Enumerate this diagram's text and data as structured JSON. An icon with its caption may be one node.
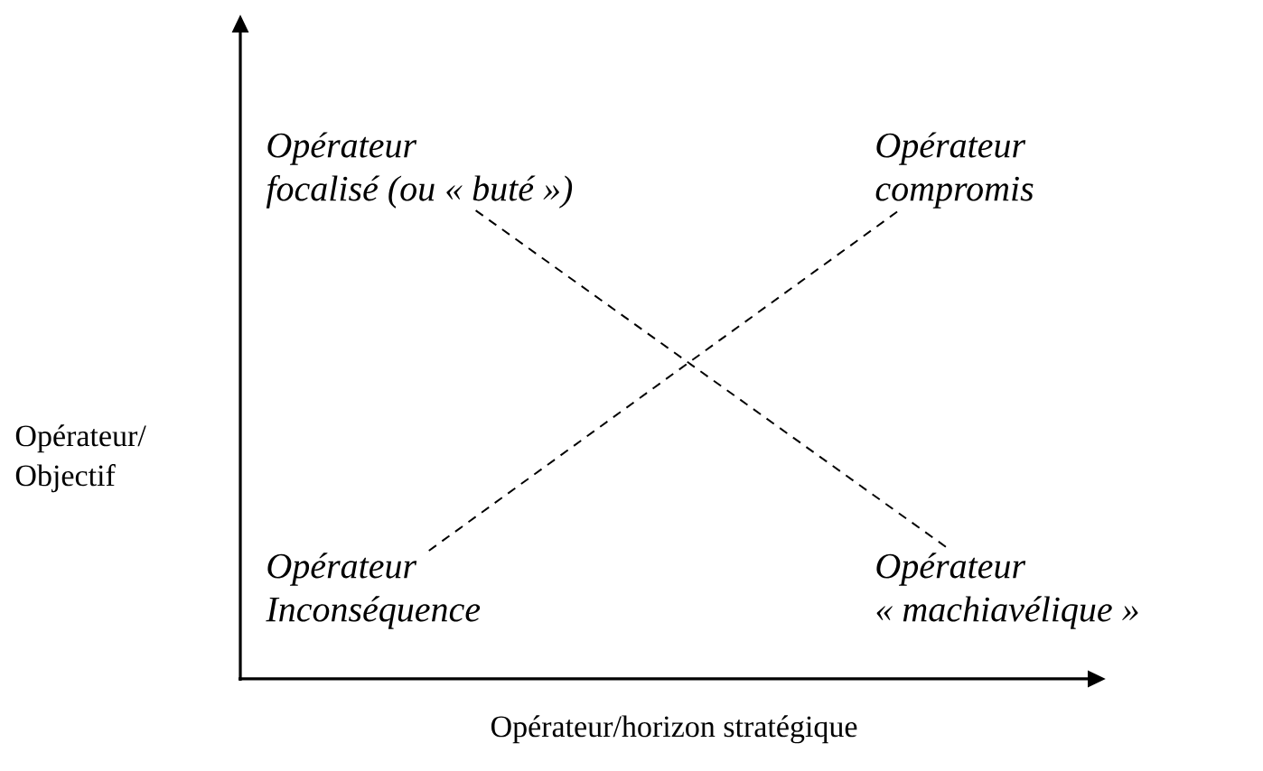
{
  "diagram": {
    "nodes": [
      {
        "text": [
          "Opérateur",
          "focalisé  (ou « buté »)"
        ]
      },
      {
        "text": [
          "Opérateur",
          "compromis"
        ]
      },
      {
        "text": [
          "Opérateur",
          "Inconséquence"
        ]
      },
      {
        "text": [
          "Opérateur",
          "« machiavélique »"
        ]
      }
    ],
    "edges": [
      {
        "from": 0,
        "to": 3,
        "arrow": "none",
        "style": "dashed"
      },
      {
        "from": 2,
        "to": 1,
        "arrow": "none",
        "style": "dashed"
      }
    ],
    "labels": [
      "Opérateur/ Objectif",
      "Opérateur/horizon stratégique"
    ]
  }
}
